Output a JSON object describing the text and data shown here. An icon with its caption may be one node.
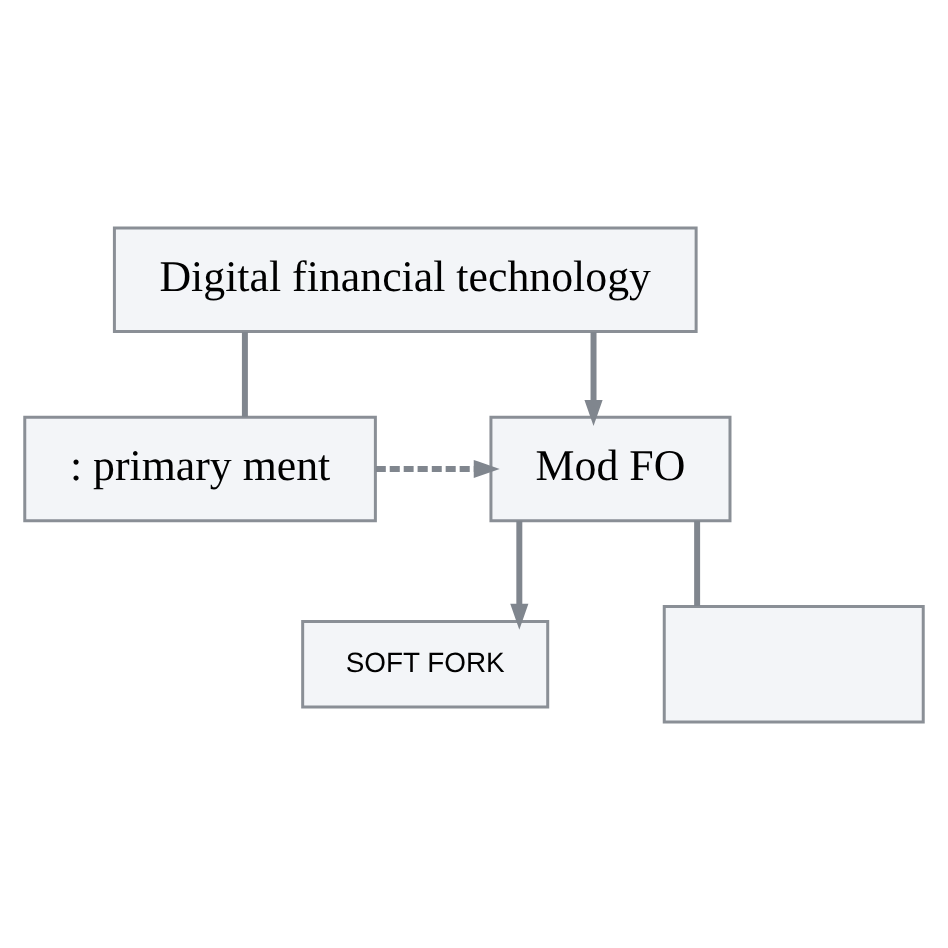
{
  "diagram": {
    "nodes": [
      {
        "text": [
          "Digital financial technology"
        ]
      },
      {
        "text": [
          ": primary ment"
        ]
      },
      {
        "text": [
          "Mod FO"
        ]
      },
      {
        "text": [
          "SOFT FORK"
        ]
      },
      {
        "text": [],
        "shape": "box"
      }
    ],
    "edges": [
      {
        "from": 0,
        "to": 1,
        "arrow": "none"
      },
      {
        "from": 0,
        "to": 2,
        "arrow": "to"
      },
      {
        "from": 1,
        "to": 2,
        "arrow": "to",
        "style": "dashed"
      },
      {
        "from": 2,
        "to": 3,
        "arrow": "to"
      },
      {
        "from": 2,
        "to": 4,
        "arrow": "none"
      }
    ]
  }
}
